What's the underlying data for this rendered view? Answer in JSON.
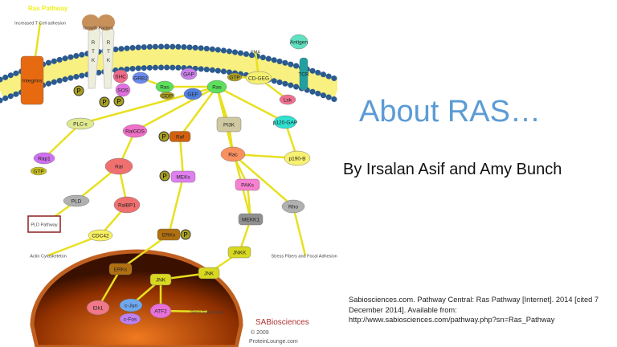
{
  "slide": {
    "title": "About RAS…",
    "subtitle": "By Irsalan Asif and Amy Bunch",
    "citation": [
      "Sabiosciences.com. Pathway Central: Ras Pathway [Internet]. 2014 [cited 7",
      "December 2014]. Available from:",
      "http://www.sabiosciences.com/pathway.php?sn=Ras_Pathway"
    ]
  },
  "diagram": {
    "heading": "Ras Pathway",
    "nodes": [
      {
        "label": "Increased T Cell adhesion",
        "color": "#ffffff"
      },
      {
        "label": "Growth Factors",
        "color": "#c8905a"
      },
      {
        "label": "Integrins",
        "color": "#e86a10"
      },
      {
        "label": "SHC",
        "color": "#f06a8a"
      },
      {
        "label": "SOS",
        "color": "#e070e0"
      },
      {
        "label": "GRB2",
        "color": "#6a8cf0"
      },
      {
        "label": "Ras",
        "color": "#5ce05c"
      },
      {
        "label": "GDP",
        "color": "#b0a020"
      },
      {
        "label": "GAP",
        "color": "#c880e8"
      },
      {
        "label": "GEF",
        "color": "#5080e0"
      },
      {
        "label": "Ras",
        "color": "#5ce05c"
      },
      {
        "label": "GTP",
        "color": "#b0a020"
      },
      {
        "label": "CD-GEG",
        "color": "#f4f070"
      },
      {
        "label": "PMA",
        "color": "#ffffff"
      },
      {
        "label": "Antigen",
        "color": "#60e0c0"
      },
      {
        "label": "TCR",
        "color": "#20a0a0"
      },
      {
        "label": "Lck",
        "color": "#f07090"
      },
      {
        "label": "PLC-ε",
        "color": "#e0e890"
      },
      {
        "label": "RalGDS",
        "color": "#f070c8"
      },
      {
        "label": "Raf",
        "color": "#d06010"
      },
      {
        "label": "PI3K",
        "color": "#d0c8a0"
      },
      {
        "label": "p120-GAP",
        "color": "#30e0d0"
      },
      {
        "label": "Rap1",
        "color": "#d070f0"
      },
      {
        "label": "GTP",
        "color": "#c8c020"
      },
      {
        "label": "Ral",
        "color": "#f07070"
      },
      {
        "label": "MEKs",
        "color": "#e080f0"
      },
      {
        "label": "Rac",
        "color": "#f89060"
      },
      {
        "label": "p190-B",
        "color": "#f8f070"
      },
      {
        "label": "PAKs",
        "color": "#f880d0"
      },
      {
        "label": "PLD",
        "color": "#b0b0b0"
      },
      {
        "label": "RalBP1",
        "color": "#f07070"
      },
      {
        "label": "Rho",
        "color": "#b0b0b0"
      },
      {
        "label": "MEKK1",
        "color": "#909090"
      },
      {
        "label": "PLD Pathway",
        "color": "#ffffff"
      },
      {
        "label": "CDC42",
        "color": "#f8f060"
      },
      {
        "label": "ERKs",
        "color": "#b07010"
      },
      {
        "label": "JNKK",
        "color": "#d8d820"
      },
      {
        "label": "Actin Cytoskeleton",
        "color": "#5aa0f0"
      },
      {
        "label": "Stress Fibers and Focal Adhesions",
        "color": "#ffffff"
      },
      {
        "label": "ERKs",
        "color": "#b07010"
      },
      {
        "label": "JNK",
        "color": "#d8d820"
      },
      {
        "label": "JNK",
        "color": "#d8d820"
      },
      {
        "label": "Elk1",
        "color": "#f07888"
      },
      {
        "label": "c-Jun",
        "color": "#70a8f0"
      },
      {
        "label": "c-Fos",
        "color": "#c080f0"
      },
      {
        "label": "ATF2",
        "color": "#e870d8"
      },
      {
        "label": "Gene Expression",
        "color": "#ffffff"
      }
    ],
    "rtk_label": "RTK",
    "phospho_label": "P",
    "logo": {
      "brand": "SABiosciences",
      "copyright": "© 2009",
      "site": "ProteinLounge.com"
    }
  }
}
